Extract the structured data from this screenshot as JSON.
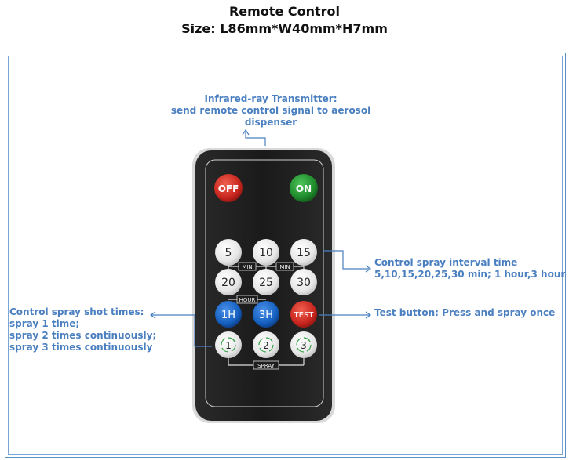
{
  "header": {
    "title": "Remote Control",
    "size": "Size: L86mm*W40mm*H7mm"
  },
  "annotations": {
    "ir_line1": "Infrared-ray Transmitter:",
    "ir_line2": "send remote control signal to aerosol",
    "ir_line3": "dispenser",
    "interval_line1": "Control spray interval time",
    "interval_line2": "5,10,15,20,25,30 min; 1 hour,3 hour",
    "test": "Test button: Press and spray once",
    "shot_line1": "Control spray shot times:",
    "shot_line2": "spray 1 time;",
    "shot_line3": "spray 2 times continuously;",
    "shot_line4": "spray 3 times continuously"
  },
  "remote": {
    "off": "OFF",
    "on": "ON",
    "min_buttons": [
      "5",
      "10",
      "15",
      "20",
      "25",
      "30"
    ],
    "min_label": "MIN",
    "hour_label": "HOUR",
    "hour_buttons": [
      "1H",
      "3H"
    ],
    "test": "TEST",
    "spray_buttons": [
      "1",
      "2",
      "3"
    ],
    "spray_label": "SPRAY"
  },
  "colors": {
    "accent": "#4a7fc0",
    "off_red": "#c8261e",
    "on_green": "#1f8a2c",
    "hour_blue": "#1560c0",
    "test_red": "#d02a20",
    "remote_body": "#1e1e1e"
  }
}
